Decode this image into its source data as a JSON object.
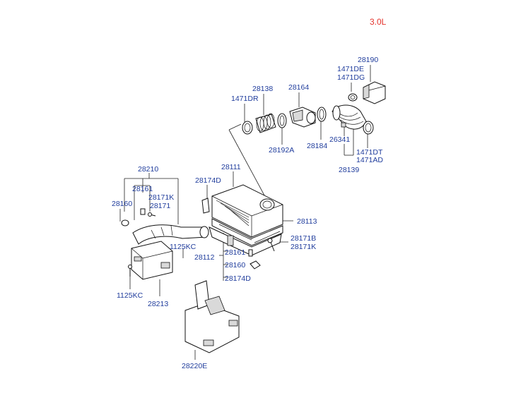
{
  "engine_variant": "3.0L",
  "labels": {
    "p28190": "28190",
    "p1471DE": "1471DE",
    "p1471DG": "1471DG",
    "p28164": "28164",
    "p28138": "28138",
    "p1471DR": "1471DR",
    "p28192A": "28192A",
    "p28184": "28184",
    "p26341": "26341",
    "p1471DT": "1471DT",
    "p1471AD": "1471AD",
    "p28139": "28139",
    "p28111": "28111",
    "p28210": "28210",
    "p28174D_top": "28174D",
    "p28161_left": "28161",
    "p28171K_left": "28171K",
    "p28160_left": "28160",
    "p28171": "28171",
    "p28113": "28113",
    "p28171B": "28171B",
    "p28171K_right": "28171K",
    "p1125KC_mid": "1125KC",
    "p28112": "28112",
    "p28161_mid": "28161",
    "p28160_mid": "28160",
    "p28174D_bot": "28174D",
    "p1125KC_low": "1125KC",
    "p28213": "28213",
    "p28220E": "28220E"
  }
}
